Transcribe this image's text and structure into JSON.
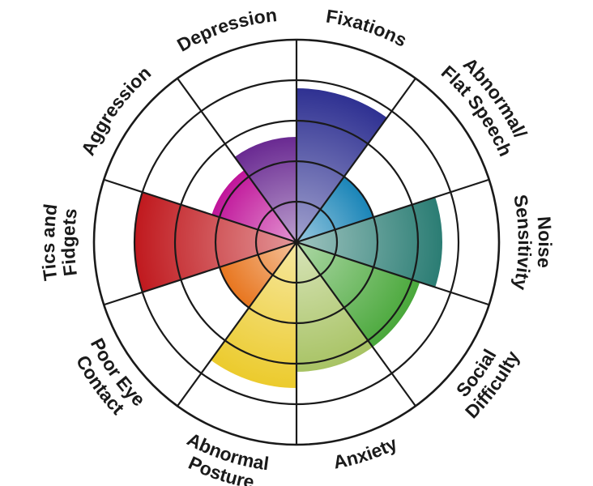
{
  "chart_data": {
    "type": "polar-area",
    "max_value": 5,
    "rings": 5,
    "grid": true,
    "series": [
      {
        "label": "Fixations",
        "lines": [
          "Fixations"
        ],
        "value": 3.8,
        "color": "#2f3192"
      },
      {
        "label": "Abnormal/ Flat Speech",
        "lines": [
          "Abnormal/",
          "Flat Speech"
        ],
        "value": 2.0,
        "color": "#1a85b8"
      },
      {
        "label": "Noise Sensitivity",
        "lines": [
          "Noise",
          "Sensitivity"
        ],
        "value": 3.6,
        "color": "#2b7d74"
      },
      {
        "label": "Social Difficulty",
        "lines": [
          "Social",
          "Difficulty"
        ],
        "value": 3.2,
        "color": "#4aa83b"
      },
      {
        "label": "Anxiety",
        "lines": [
          "Anxiety"
        ],
        "value": 3.2,
        "color": "#a8c364"
      },
      {
        "label": "Abnormal Posture",
        "lines": [
          "Abnormal",
          "Posture"
        ],
        "value": 3.6,
        "color": "#eccb2d"
      },
      {
        "label": "Poor Eye Contact",
        "lines": [
          "Poor Eye",
          "Contact"
        ],
        "value": 2.0,
        "color": "#e8761f"
      },
      {
        "label": "Tics and Fidgets",
        "lines": [
          "Tics and",
          "Fidgets"
        ],
        "value": 4.0,
        "color": "#c0191e"
      },
      {
        "label": "Aggression",
        "lines": [
          "Aggression"
        ],
        "value": 2.2,
        "color": "#c0159a"
      },
      {
        "label": "Depression",
        "lines": [
          "Depression"
        ],
        "value": 2.6,
        "color": "#6a2a92"
      }
    ]
  }
}
